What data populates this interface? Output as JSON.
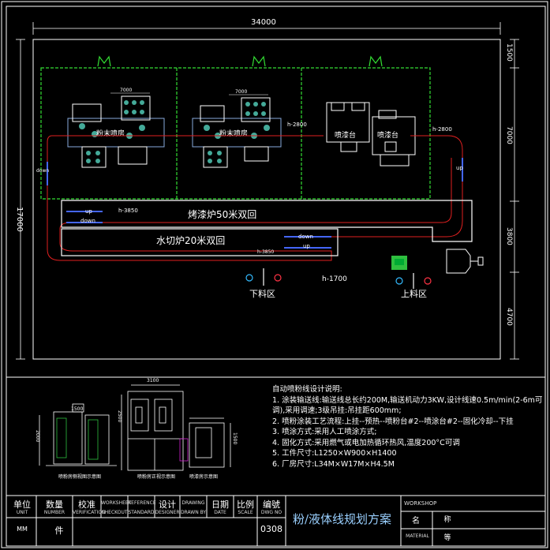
{
  "dimensions": {
    "total_width": "34000",
    "left_height": "17000",
    "right_top": "1500",
    "right_mid1": "7000",
    "right_mid2": "3800",
    "right_bottom": "4700",
    "booth1_w": "7000",
    "booth2_w": "7000",
    "line_h_2800_left": "h-2800",
    "line_h_2800_right": "h-2800",
    "line_h_3850": "h-3850",
    "line_h_3850_2": "h-3850",
    "line_h_1700": "h-1700"
  },
  "labels": {
    "booth1": "粉末喷房",
    "booth2": "粉末喷房",
    "liquid1": "喷漆台",
    "liquid2": "喷漆台",
    "oven_curing": "烤漆炉50米双回",
    "oven_water": "水切炉20米双回",
    "up1": "up",
    "down1": "down",
    "up2": "up",
    "down2": "down",
    "down_left": "down",
    "up_right": "up",
    "unload": "下料区",
    "load": "上料区"
  },
  "notes": {
    "title": "自动喷粉线设计说明:",
    "lines": [
      "1. 涂装输送线:输送线总长约200M,输送机动力3KW,设计线速0.5m/min(2-6m可",
      "   调),采用调速;3级吊挂:吊挂距600mm;",
      "2. 喷粉涂装工艺流程:上挂--预热--喷粉台#2--喷涂台#2--固化冷却--下挂",
      "3. 喷涂方式:采用人工喷涂方式;",
      "4. 固化方式:采用燃气或电加热循环热风,温度200°C可调",
      "5. 工件尺寸:L1250×W900×H1400",
      "6. 厂房尺寸:L34M×W17M×H4.5M"
    ]
  },
  "detail_labels": {
    "d1": "喷粉房侧视图示意图",
    "d2": "喷粉房正视示意图",
    "d3": "喷漆房示意图",
    "dim_1500": "1500",
    "dim_2000": "2000",
    "dim_3100": "3100",
    "dim_2500": "2500",
    "dim_1500b": "1500"
  },
  "title_block": {
    "h_unit": "单位",
    "h_unit_en": "UNIT",
    "h_qty": "数量",
    "h_qty_en": "NUMBER",
    "h_check": "校准",
    "h_check_en": "VERIFICATION",
    "h_check2": "WORKSHEET",
    "h_check2_en": "CHECKOUT",
    "h_check3": "REFERENCE",
    "h_check3_en": "STANDARD",
    "h_design": "设计",
    "h_design_en": "DESIGNER",
    "h_draw": "DRAWING",
    "h_draw_en": "DRAWN BY",
    "h_date": "日期",
    "h_date_en": "DATE",
    "h_scale": "比例",
    "h_scale_en": "SCALE",
    "h_no": "编號",
    "h_no_en": "DWG NO",
    "unit_val": "MM",
    "qty_val": "件",
    "drawing_no": "0308",
    "plan_title": "粉/液体线规划方案",
    "r1": "WORKSHOP",
    "r2a": "名",
    "r2b": "称",
    "r3a": "MATERIAL",
    "r3b": "等"
  }
}
